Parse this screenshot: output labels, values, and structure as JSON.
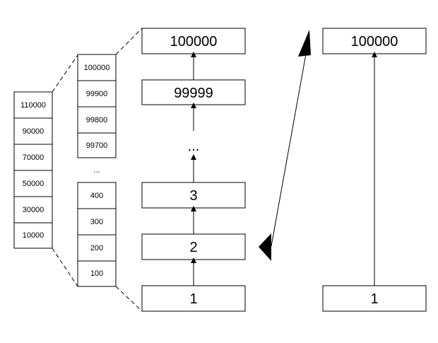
{
  "outer_column": [
    "110000",
    "90000",
    "70000",
    "50000",
    "30000",
    "10000"
  ],
  "middle_column_top": [
    "100000",
    "99900",
    "99800",
    "99700"
  ],
  "middle_ellipsis": "...",
  "middle_column_bottom": [
    "400",
    "300",
    "200",
    "100"
  ],
  "chain_left": {
    "top": "100000",
    "second": "99999",
    "ellipsis": "...",
    "third": "3",
    "fourth": "2",
    "bottom": "1"
  },
  "chain_right": {
    "top": "100000",
    "bottom": "1"
  }
}
